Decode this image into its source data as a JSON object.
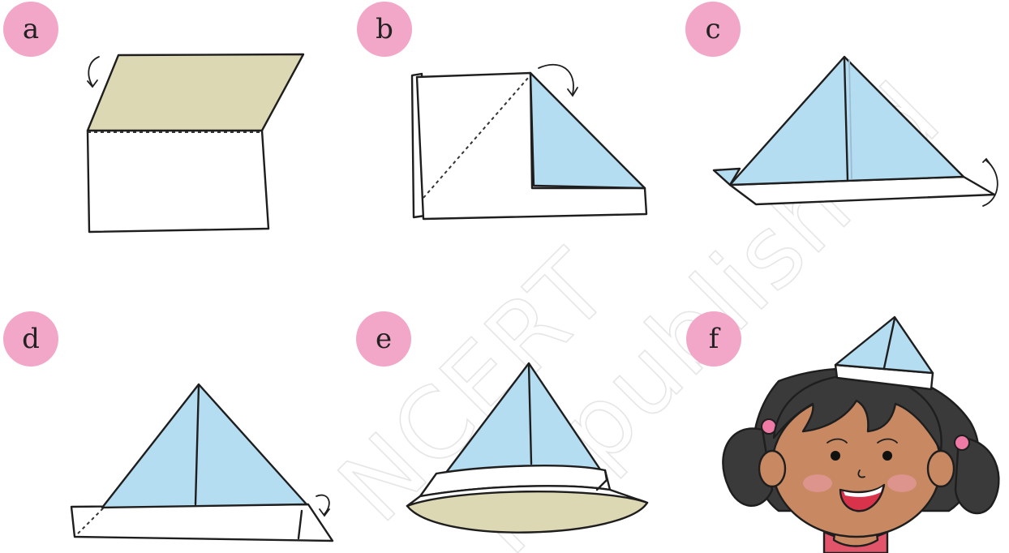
{
  "colors": {
    "badge": "#f2a6c8",
    "paper_white": "#ffffff",
    "paper_tan": "#ddd8b4",
    "paper_blue": "#b5ddf1",
    "skin": "#c88862",
    "hair": "#3a3a3a",
    "watermark": "#e6e6e6"
  },
  "steps": [
    {
      "id": "a",
      "label": "a"
    },
    {
      "id": "b",
      "label": "b"
    },
    {
      "id": "c",
      "label": "c"
    },
    {
      "id": "d",
      "label": "d"
    },
    {
      "id": "e",
      "label": "e"
    },
    {
      "id": "f",
      "label": "f"
    }
  ],
  "watermark": {
    "line1": "NCERT",
    "line2": "Republished"
  },
  "icons": {
    "fold_arrow": "curved-fold-arrow-icon",
    "hat": "paper-hat-icon",
    "child": "child-face-icon"
  }
}
